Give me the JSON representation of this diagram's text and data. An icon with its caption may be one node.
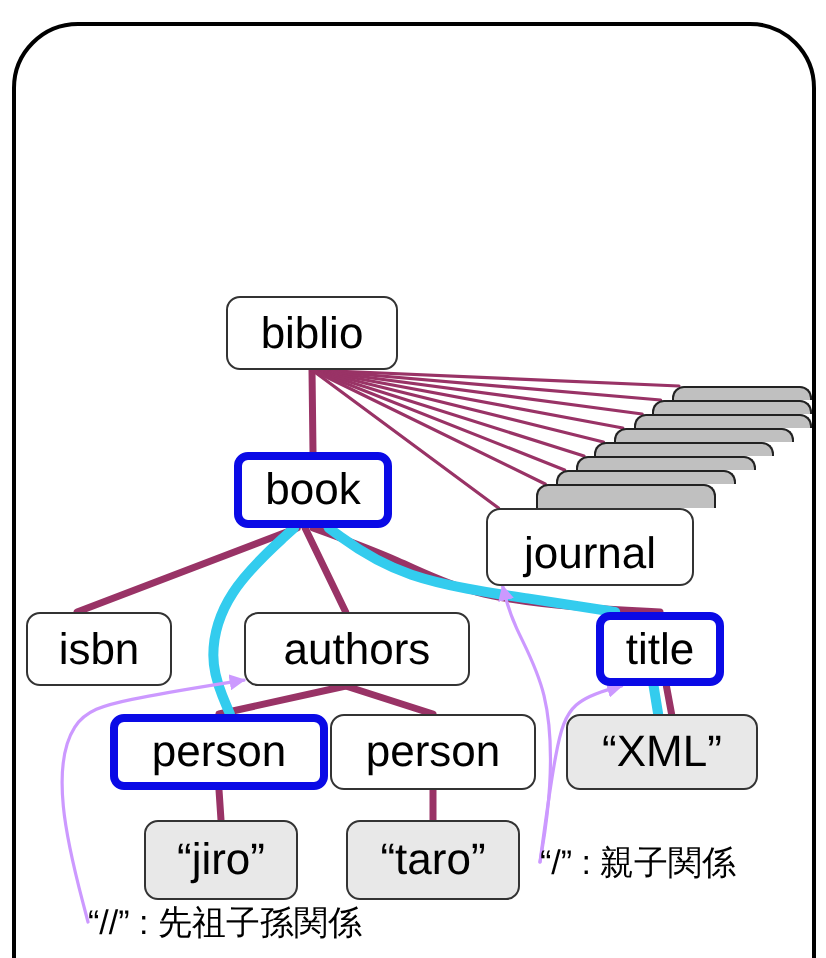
{
  "diagram": {
    "nodes": [
      {
        "text": [
          "biblio"
        ]
      },
      {
        "text": [
          "book"
        ]
      },
      {
        "text": [
          "journal"
        ]
      },
      {
        "text": [
          "isbn"
        ]
      },
      {
        "text": [
          "authors"
        ]
      },
      {
        "text": [
          "title"
        ]
      },
      {
        "text": [
          "person"
        ]
      },
      {
        "text": [
          "person"
        ]
      },
      {
        "text": [
          "“XML”"
        ]
      },
      {
        "text": [
          "“jiro”"
        ]
      },
      {
        "text": [
          "“taro”"
        ]
      },
      {
        "text": [],
        "shape": "box"
      },
      {
        "text": [],
        "shape": "box"
      },
      {
        "text": [],
        "shape": "box"
      },
      {
        "text": [],
        "shape": "box"
      },
      {
        "text": [],
        "shape": "box"
      },
      {
        "text": [],
        "shape": "box"
      },
      {
        "text": [],
        "shape": "box"
      },
      {
        "text": [],
        "shape": "box"
      },
      {
        "text": [
          "“/” : 親子関係"
        ]
      },
      {
        "text": [
          "“//” : 先祖子孫関係"
        ]
      }
    ],
    "edges": [
      {
        "from": 0,
        "to": 1,
        "arrow": "none",
        "style": "thick"
      },
      {
        "from": 0,
        "to": 2,
        "arrow": "none"
      },
      {
        "from": 0,
        "to": 11,
        "arrow": "none"
      },
      {
        "from": 0,
        "to": 12,
        "arrow": "none"
      },
      {
        "from": 0,
        "to": 13,
        "arrow": "none"
      },
      {
        "from": 0,
        "to": 14,
        "arrow": "none"
      },
      {
        "from": 0,
        "to": 15,
        "arrow": "none"
      },
      {
        "from": 0,
        "to": 16,
        "arrow": "none"
      },
      {
        "from": 0,
        "to": 17,
        "arrow": "none"
      },
      {
        "from": 0,
        "to": 18,
        "arrow": "none"
      },
      {
        "from": 1,
        "to": 3,
        "arrow": "none",
        "style": "thick"
      },
      {
        "from": 1,
        "to": 4,
        "arrow": "none",
        "style": "thick"
      },
      {
        "from": 1,
        "to": 5,
        "arrow": "none",
        "style": "thick"
      },
      {
        "from": 4,
        "to": 6,
        "arrow": "none",
        "style": "thick"
      },
      {
        "from": 4,
        "to": 7,
        "arrow": "none",
        "style": "thick"
      },
      {
        "from": 6,
        "to": 9,
        "arrow": "none",
        "style": "thick"
      },
      {
        "from": 7,
        "to": 10,
        "arrow": "none",
        "style": "thick"
      },
      {
        "from": 5,
        "to": 8,
        "arrow": "none",
        "style": "thick"
      },
      {
        "from": 1,
        "to": 6,
        "arrow": "none",
        "style": "thick",
        "color": "#33ccee"
      },
      {
        "from": 1,
        "to": 5,
        "arrow": "none",
        "style": "thick",
        "color": "#33ccee"
      },
      {
        "from": 5,
        "to": 8,
        "arrow": "none",
        "style": "thick",
        "color": "#33ccee"
      },
      {
        "from": 19,
        "to": 2,
        "arrow": "to",
        "color": "#cc99ff"
      },
      {
        "from": 19,
        "to": 5,
        "arrow": "to",
        "color": "#cc99ff"
      },
      {
        "from": 20,
        "to": 4,
        "arrow": "to",
        "color": "#cc99ff"
      }
    ]
  }
}
